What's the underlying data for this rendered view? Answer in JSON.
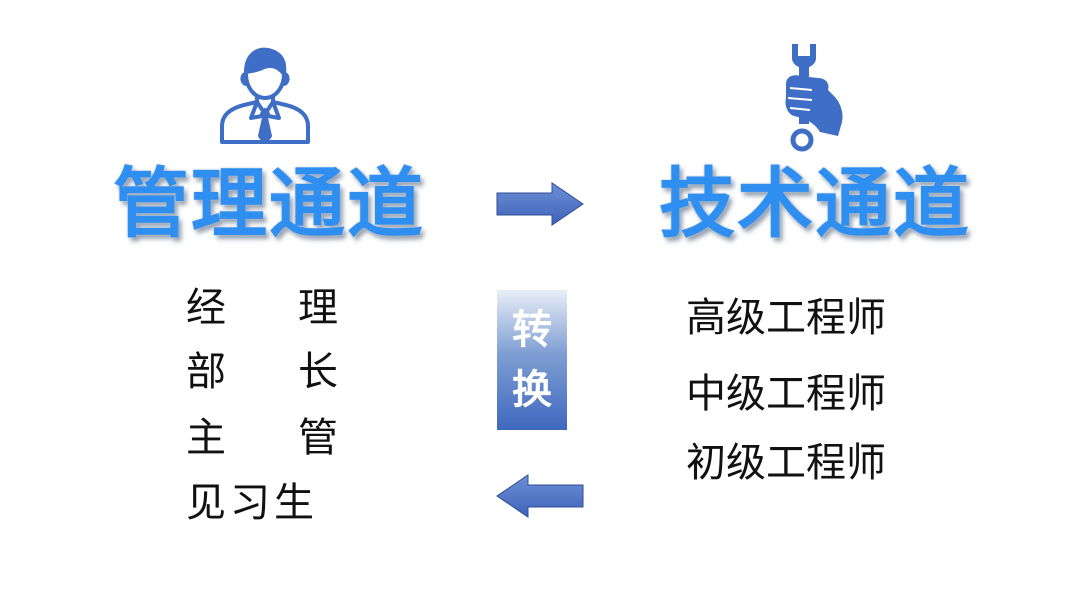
{
  "colors": {
    "title_blue": "#2f8ff0",
    "icon_blue": "#3e6ec6",
    "arrow_blue": "#4a73c8",
    "text": "#111111"
  },
  "management": {
    "icon": "manager-person-icon",
    "title": "管理通道",
    "roles": [
      [
        "经",
        "理"
      ],
      [
        "部",
        "长"
      ],
      [
        "主",
        "管"
      ]
    ],
    "last_role": "见习生"
  },
  "technical": {
    "icon": "wrench-hand-icon",
    "title": "技术通道",
    "roles": [
      "高级工程师",
      "中级工程师",
      "初级工程师"
    ]
  },
  "switch": {
    "char1": "转",
    "char2": "换"
  }
}
